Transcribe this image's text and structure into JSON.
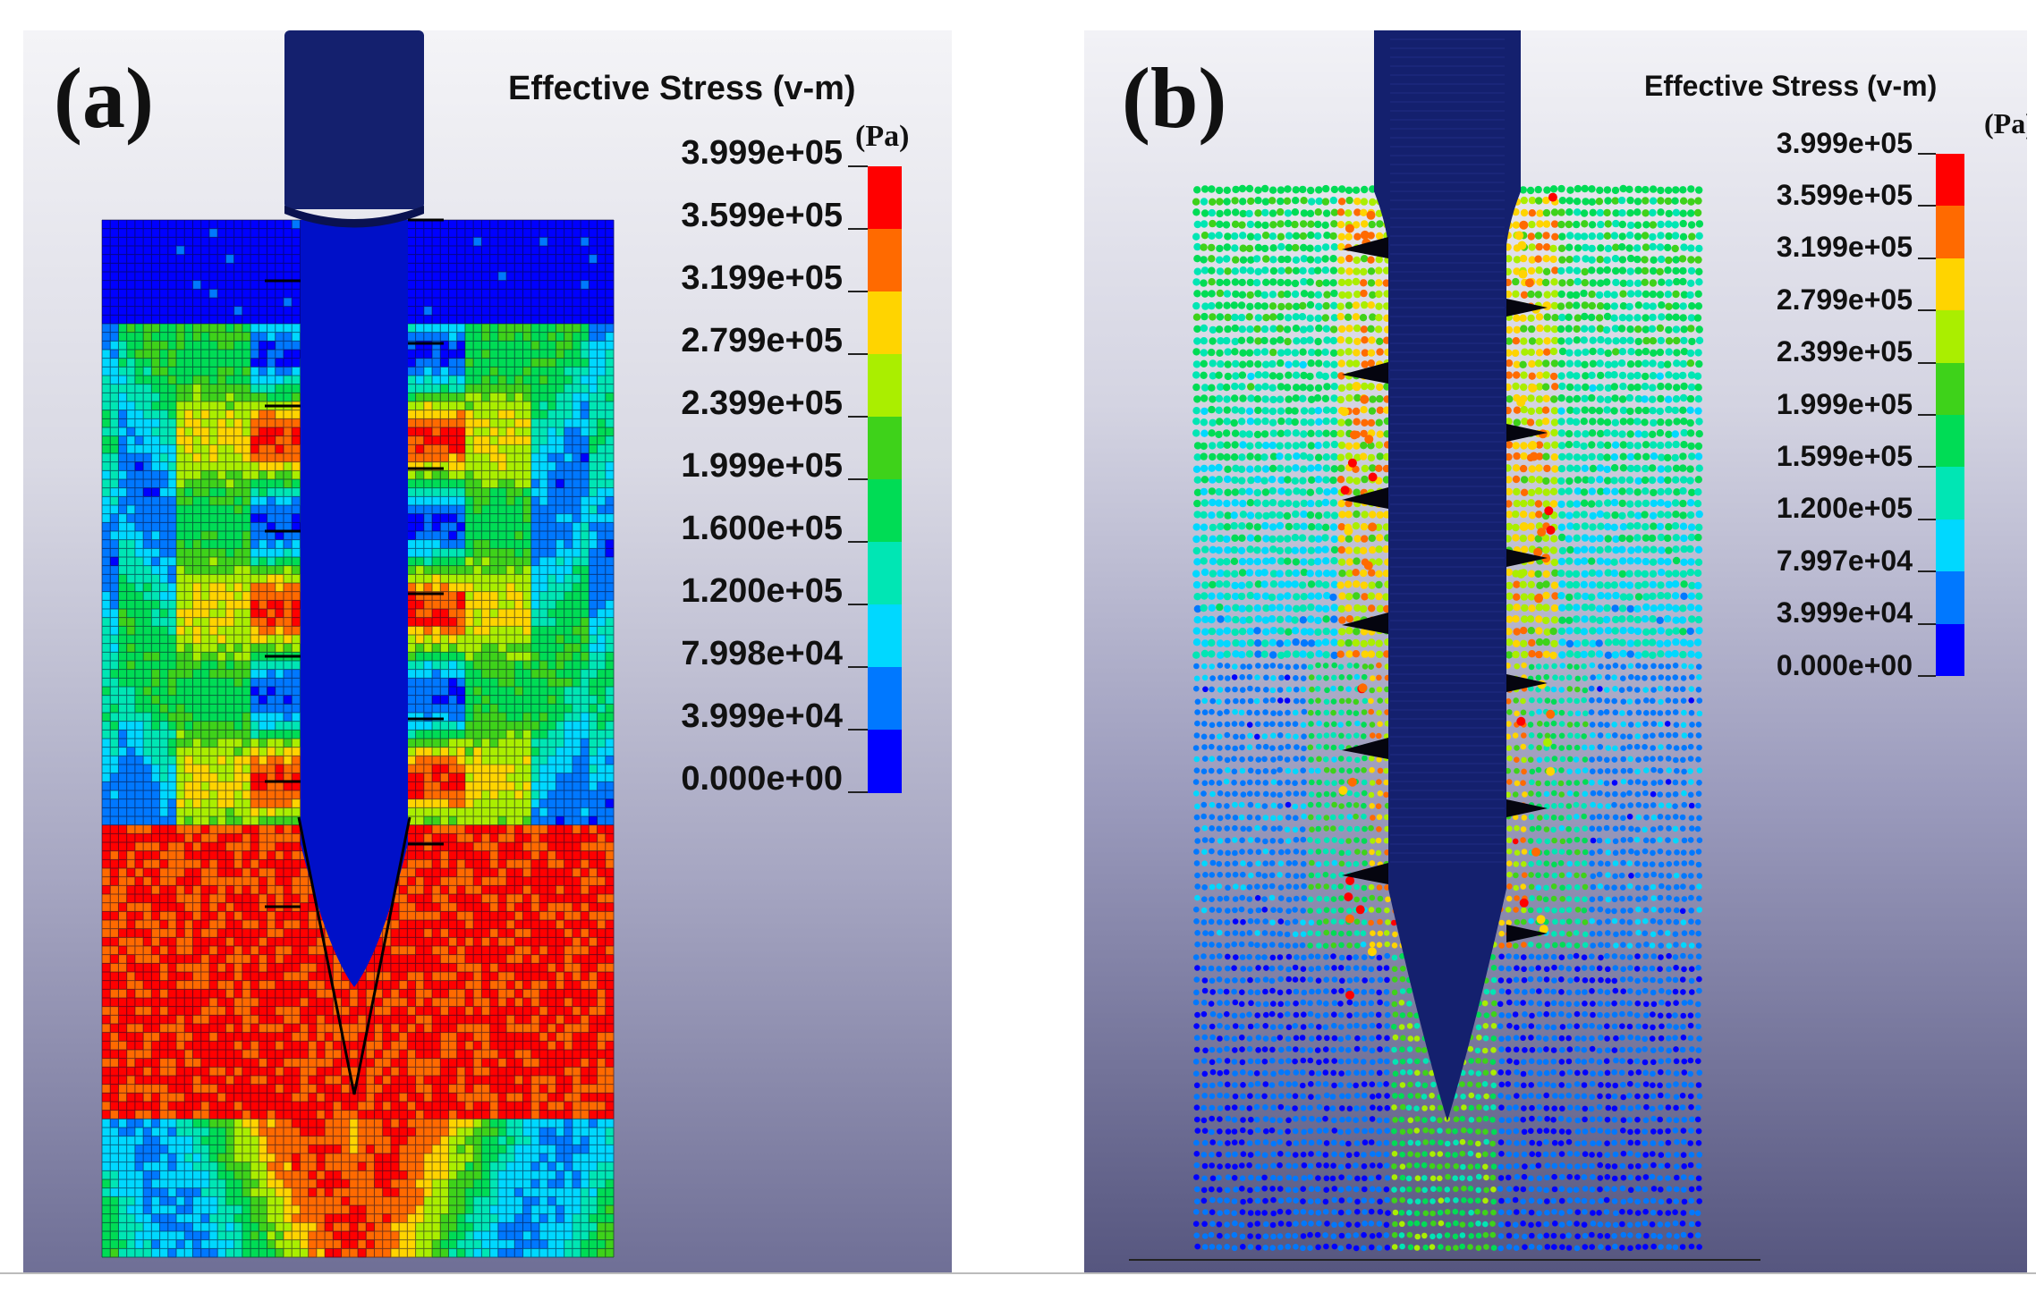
{
  "figure": {
    "panels": [
      {
        "id": "a",
        "letter": "(a)",
        "legend_title": "Effective Stress (v-m)",
        "unit": "(Pa)",
        "labels": [
          "3.999e+05",
          "3.599e+05",
          "3.199e+05",
          "2.799e+05",
          "2.399e+05",
          "1.999e+05",
          "1.600e+05",
          "1.200e+05",
          "7.998e+04",
          "3.999e+04",
          "0.000e+00"
        ]
      },
      {
        "id": "b",
        "letter": "(b)",
        "legend_title": "Effective Stress (v-m)",
        "unit": "(Pa)",
        "labels": [
          "3.999e+05",
          "3.599e+05",
          "3.199e+05",
          "2.799e+05",
          "2.399e+05",
          "1.999e+05",
          "1.599e+05",
          "1.200e+05",
          "7.997e+04",
          "3.999e+04",
          "0.000e+00"
        ]
      }
    ],
    "colorscale": [
      "#ff0000",
      "#ff6a00",
      "#ffd400",
      "#aaee00",
      "#3ed21a",
      "#00dc55",
      "#00e6b4",
      "#00d8ff",
      "#0078ff",
      "#0000ff"
    ],
    "colors": {
      "pile": "#14206e",
      "grid_line": "#0a0a2a",
      "low": "#0010c8",
      "high": "#e00000"
    }
  }
}
